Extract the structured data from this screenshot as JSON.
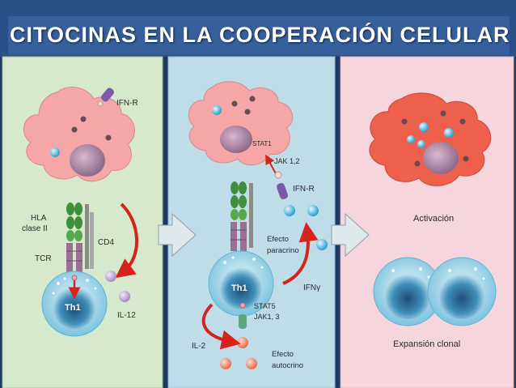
{
  "slide": {
    "title": "CITOCINAS EN LA COOPERACIÓN CELULAR"
  },
  "colors": {
    "panel_left": "#d6e9cc",
    "panel_middle": "#bedde9",
    "panel_right": "#f6d6dc",
    "apc_cell": "#f4a7a6",
    "activated_cell": "#ee5f4c",
    "th1_cell": "#5fb4d3",
    "arrow_red": "#d6231b"
  },
  "left_panel": {
    "ifn_r": "IFN-R",
    "hla": "HLA",
    "clase_ii": "clase II",
    "tcr": "TCR",
    "cd4": "CD4",
    "th1": "Th1",
    "il12": "IL-12"
  },
  "middle_panel": {
    "stat1": "STAT1",
    "jak12": "JAK 1,2",
    "ifn_r": "IFN-R",
    "efecto": "Efecto",
    "paracrino": "paracrino",
    "th1": "Th1",
    "ifng": "IFNγ",
    "stat5": "STAT5",
    "jak13": "JAK1, 3",
    "il2": "IL-2",
    "autocrino_efecto": "Efecto",
    "autocrino": "autocrino"
  },
  "right_panel": {
    "activacion": "Activación",
    "expansion": "Expansión clonal"
  }
}
